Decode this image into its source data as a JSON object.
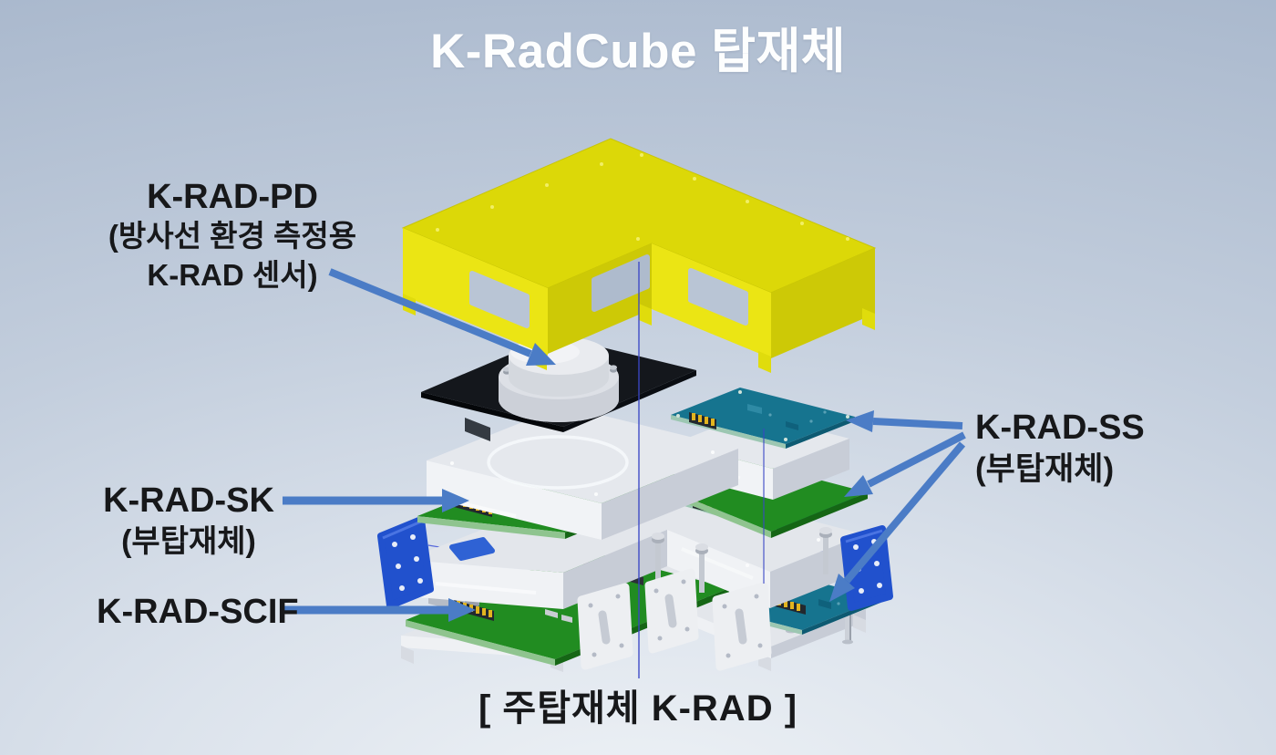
{
  "slide": {
    "title": "K-RadCube 탑재체",
    "caption": "[ 주탑재체 K-RAD ]"
  },
  "labels": {
    "pd": {
      "name": "K-RAD-PD",
      "desc1": "(방사선 환경 측정용",
      "desc2": "K-RAD 센서)"
    },
    "ss": {
      "name": "K-RAD-SS",
      "desc": "(부탑재체)"
    },
    "sk": {
      "name": "K-RAD-SK",
      "desc": "(부탑재체)"
    },
    "scif": {
      "name": "K-RAD-SCIF"
    }
  },
  "components": [
    {
      "id": "payload-cover",
      "color": "#dcd808",
      "role": "yellow L-shaped payload cover"
    },
    {
      "id": "pd-sensor",
      "color": "#e9ebef",
      "role": "K-RAD-PD sensor cylinder on black plate"
    },
    {
      "id": "sk-board",
      "color": "#218c21",
      "role": "green K-RAD-SK sub-payload PCB"
    },
    {
      "id": "ss-boards",
      "color": "#16748f",
      "role": "teal K-RAD-SS sub-payload PCBs"
    },
    {
      "id": "scif-board",
      "color": "#218c21",
      "role": "green K-RAD-SCIF PCB"
    },
    {
      "id": "structure-plates",
      "color": "#e5e8ed",
      "role": "white structural plates"
    },
    {
      "id": "mounting-brackets",
      "color": "#2151cd",
      "role": "blue mounting brackets"
    }
  ],
  "colors": {
    "background_top": "#a8b7cc",
    "background_bottom": "#eef2f6",
    "arrow": "#4b7cc6",
    "title_text": "#fdfefe",
    "label_text": "#17181a",
    "axis_line": "#3a47c6"
  }
}
